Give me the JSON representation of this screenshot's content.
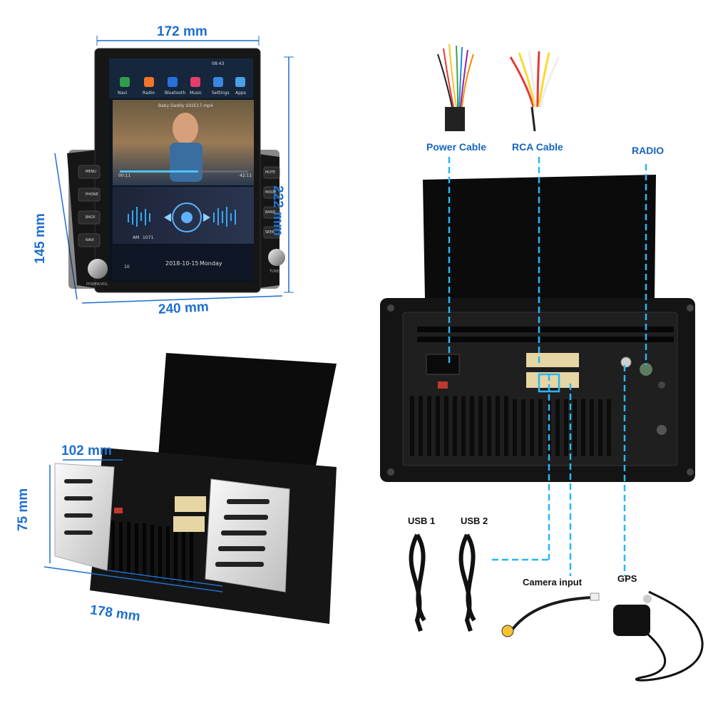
{
  "dimensions": {
    "top_width": "172 mm",
    "screen_height": "222 mm",
    "chassis_height": "145 mm",
    "chassis_width": "240 mm",
    "depth": "102 mm",
    "bracket_height": "75 mm",
    "bracket_width": "178 mm"
  },
  "connectors": {
    "power_cable": "Power Cable",
    "rca_cable": "RCA Cable",
    "radio": "RADIO",
    "usb1": "USB 1",
    "usb2": "USB 2",
    "camera_input": "Camera input",
    "gps": "GPS"
  },
  "screen": {
    "status_time": "08:43",
    "apps": [
      "Navi",
      "Radio",
      "Bluetooth",
      "Music",
      "Settings",
      "Apps"
    ],
    "video_title": "Baby Daddy S02E17.mp4",
    "elapsed": "00:11",
    "duration": "42:11",
    "radio_band": "AM",
    "radio_freq": "1071",
    "date": "2018-10-15",
    "weekday": "Monday",
    "volume": "10"
  },
  "side_buttons_left": [
    "MENU",
    "PHONE",
    "BACK",
    "NAVI"
  ],
  "side_buttons_right": [
    "MUTE",
    "MODE",
    "BAND",
    "SEEK"
  ],
  "knob_labels": {
    "left": "POWER/VOL",
    "right": "TUNE"
  },
  "colors": {
    "accent": "#1565c0",
    "dimension": "#1e6fd0",
    "guide": "#29b6f6",
    "device": "#1b1b1b"
  }
}
